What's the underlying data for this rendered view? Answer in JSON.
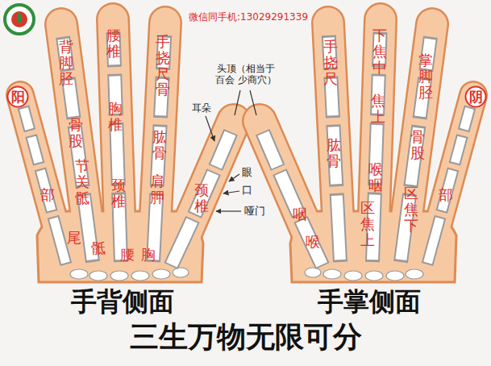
{
  "diagram": {
    "caption": "三生万物无限可分",
    "nodes": [
      {
        "text": [
          "阳"
        ]
      },
      {
        "text": [
          "阴"
        ]
      }
    ],
    "labels": [
      "微信同手机:13029291339",
      "背脚胫",
      "腰椎",
      "手挠尺骨",
      "下焦中",
      "手挠尺",
      "掌脚胫",
      "头顶（相当于 百会 少商穴）",
      "耳朵",
      "胸椎",
      "焦上",
      "骨股",
      "肱骨",
      "骨股",
      "肱骨",
      "节关骶",
      "喉咽",
      "眼",
      "肩胛",
      "颈椎",
      "颈椎",
      "口",
      "区焦下",
      "部",
      "部",
      "区焦上",
      "哑门",
      "咽",
      "尾",
      "喉",
      "骶",
      "腰",
      "胸",
      "手背侧面",
      "手掌侧面"
    ]
  }
}
